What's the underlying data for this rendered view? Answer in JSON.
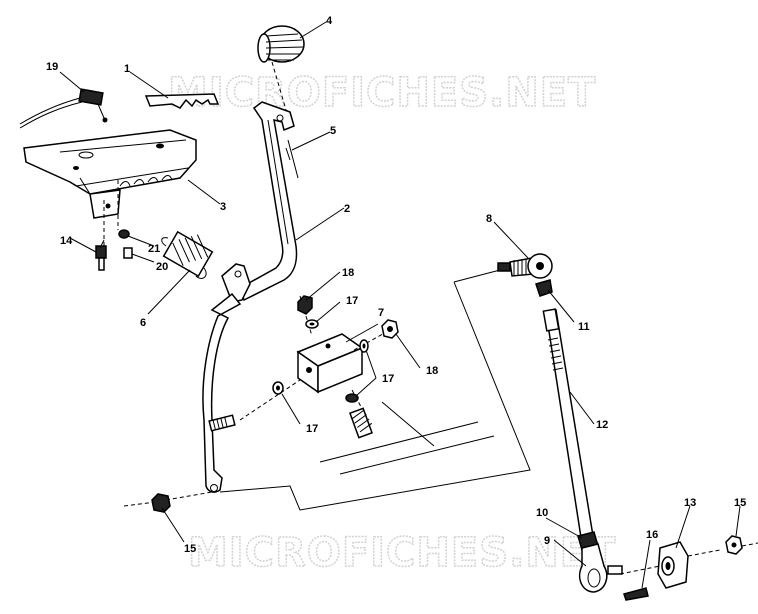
{
  "watermark": {
    "top": "MICROFICHES.NET",
    "bottom": "MICROFICHES.NET"
  },
  "callouts": {
    "c1": "1",
    "c2": "2",
    "c3": "3",
    "c4": "4",
    "c5": "5",
    "c6": "6",
    "c7": "7",
    "c8": "8",
    "c9": "9",
    "c10": "10",
    "c11": "11",
    "c12": "12",
    "c13": "13",
    "c14": "14",
    "c15a": "15",
    "c15b": "15",
    "c16": "16",
    "c17a": "17",
    "c17b": "17",
    "c17c": "17",
    "c18a": "18",
    "c18b": "18",
    "c19": "19",
    "c20": "20",
    "c21": "21"
  },
  "colors": {
    "ink": "#000000",
    "watermark": "#d2d2d2",
    "background": "#ffffff"
  }
}
